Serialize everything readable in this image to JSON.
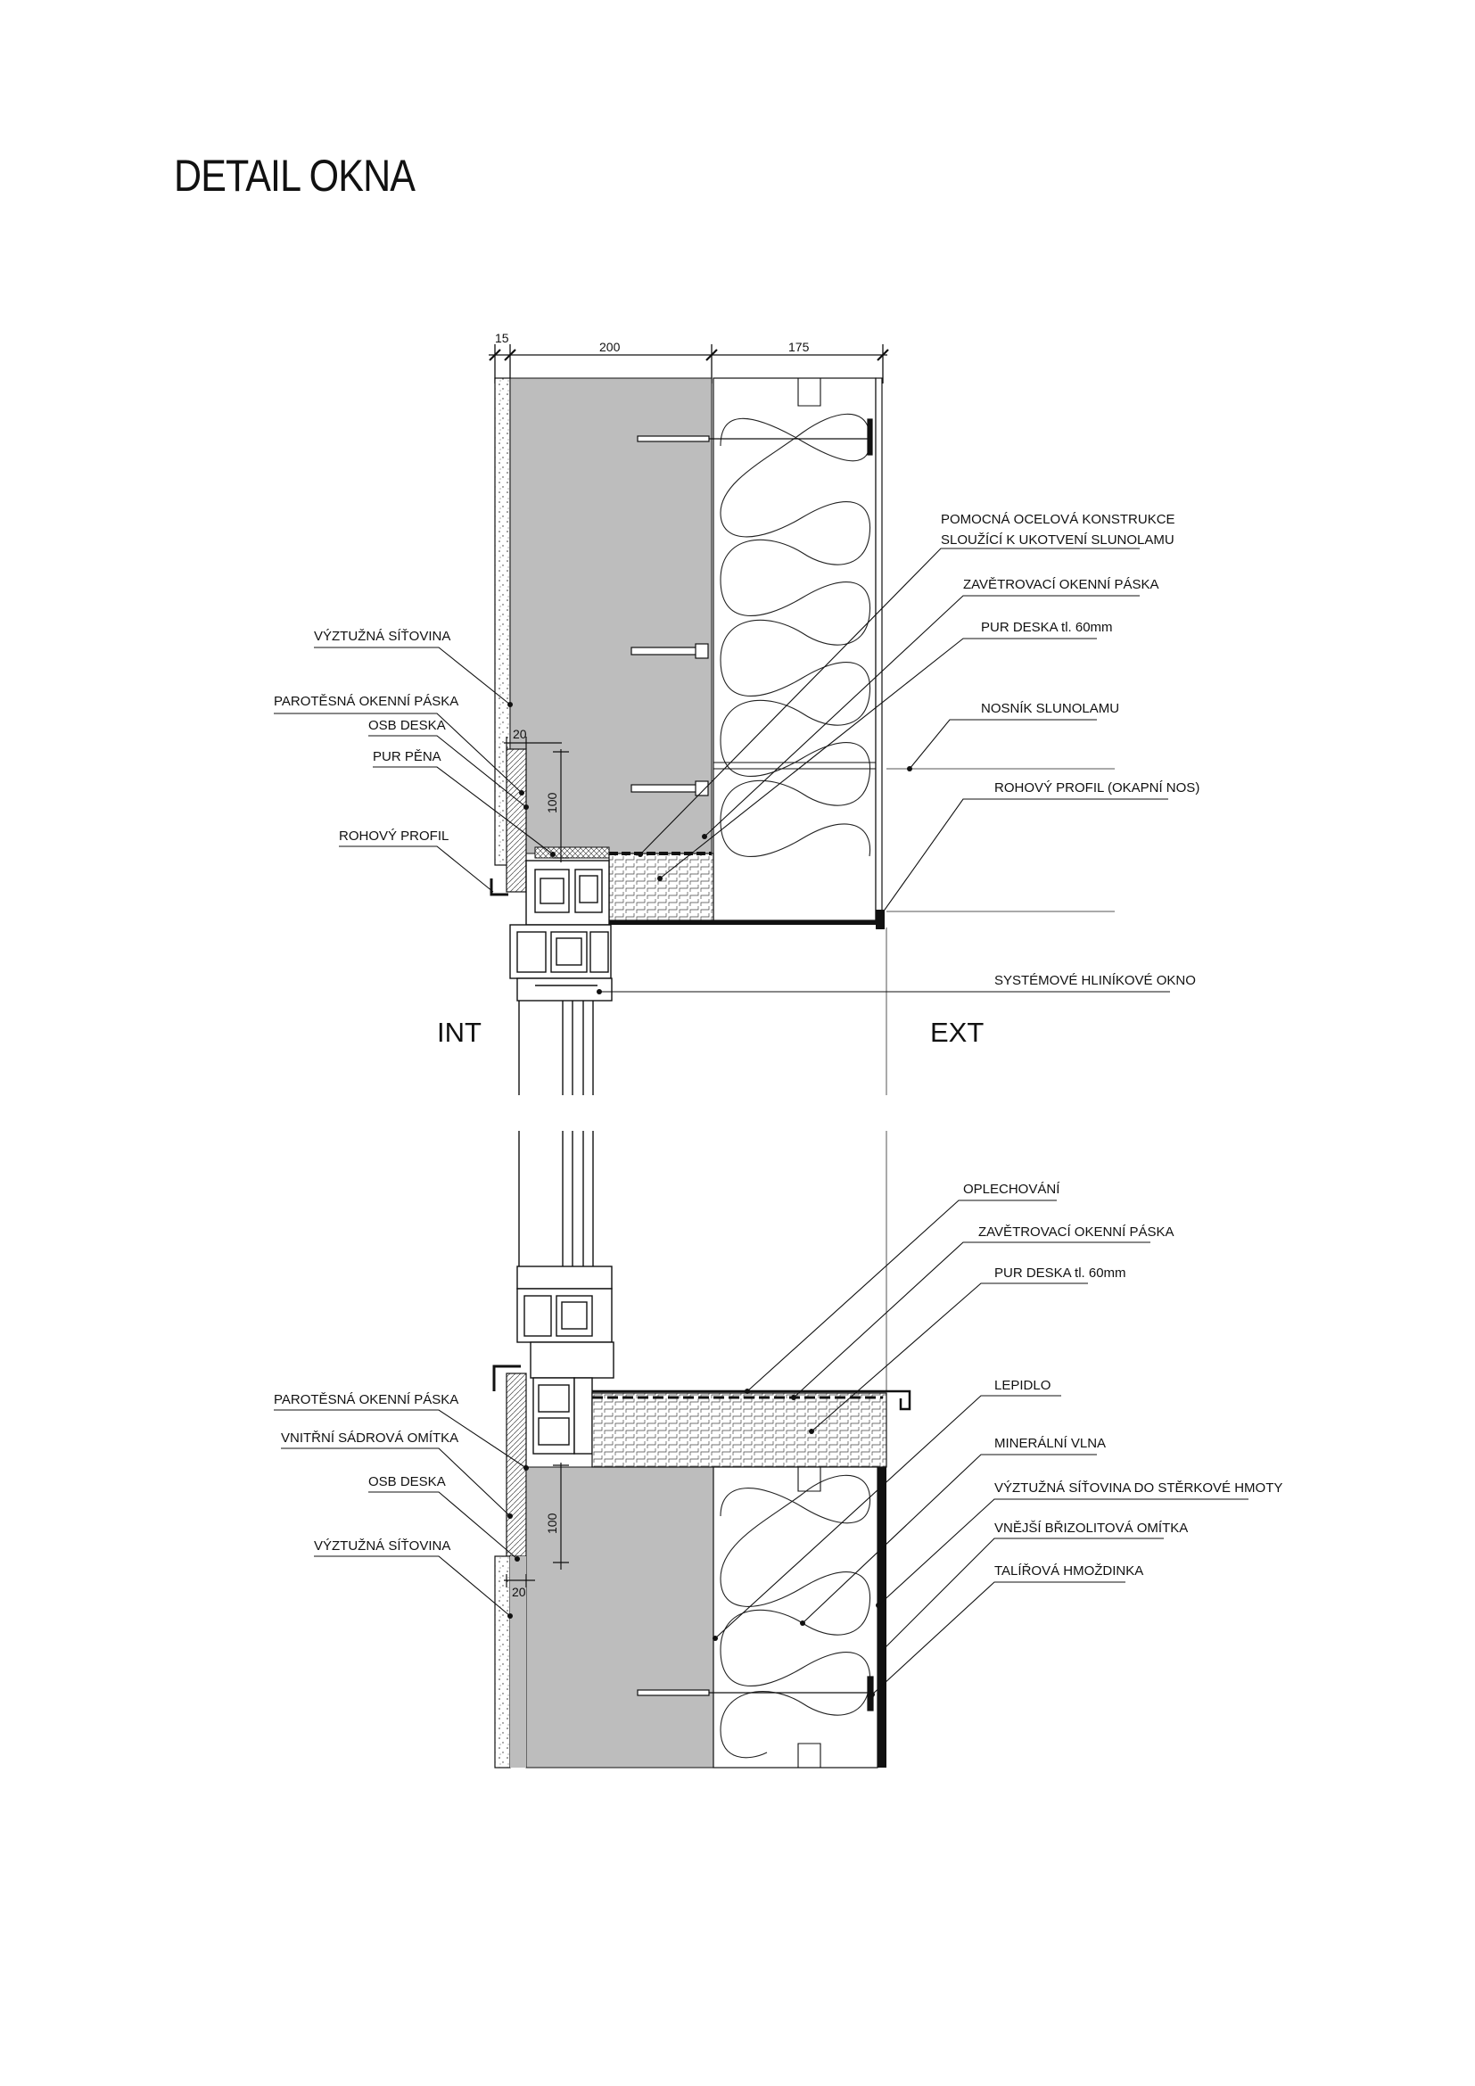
{
  "title": "DETAIL OKNA",
  "zones": {
    "interior": "INT",
    "exterior": "EXT"
  },
  "dimensions": {
    "top": [
      "15",
      "200",
      "175"
    ],
    "upper_detail": [
      "20",
      "100"
    ],
    "lower_detail": [
      "100",
      "20"
    ]
  },
  "upper_labels": {
    "left": [
      "VÝZTUŽNÁ SÍŤOVINA",
      "PAROTĚSNÁ OKENNÍ PÁSKA",
      "OSB DESKA",
      "PUR PĚNA",
      "ROHOVÝ PROFIL"
    ],
    "right": [
      "POMOCNÁ OCELOVÁ KONSTRUKCE",
      "SLOUŽÍCÍ K UKOTVENÍ SLUNOLAMU",
      "ZAVĚTROVACÍ OKENNÍ PÁSKA",
      "PUR DESKA tl. 60mm",
      "NOSNÍK SLUNOLAMU",
      "ROHOVÝ PROFIL (OKAPNÍ NOS)",
      "SYSTÉMOVÉ HLINÍKOVÉ OKNO"
    ]
  },
  "lower_labels": {
    "left": [
      "PAROTĚSNÁ OKENNÍ PÁSKA",
      "VNITŘNÍ SÁDROVÁ OMÍTKA",
      "OSB DESKA",
      "VÝZTUŽNÁ SÍŤOVINA"
    ],
    "right": [
      "OPLECHOVÁNÍ",
      "ZAVĚTROVACÍ OKENNÍ PÁSKA",
      "PUR DESKA tl. 60mm",
      "LEPIDLO",
      "MINERÁLNÍ VLNA",
      "VÝZTUŽNÁ SÍŤOVINA DO STĚRKOVÉ HMOTY",
      "VNĚJŠÍ BŘIZOLITOVÁ OMÍTKA",
      "TALÍŘOVÁ HMOŽDINKA"
    ]
  },
  "colors": {
    "concrete": "#bdbdbd",
    "line": "#111111",
    "insulation_fill": "#ffffff"
  }
}
